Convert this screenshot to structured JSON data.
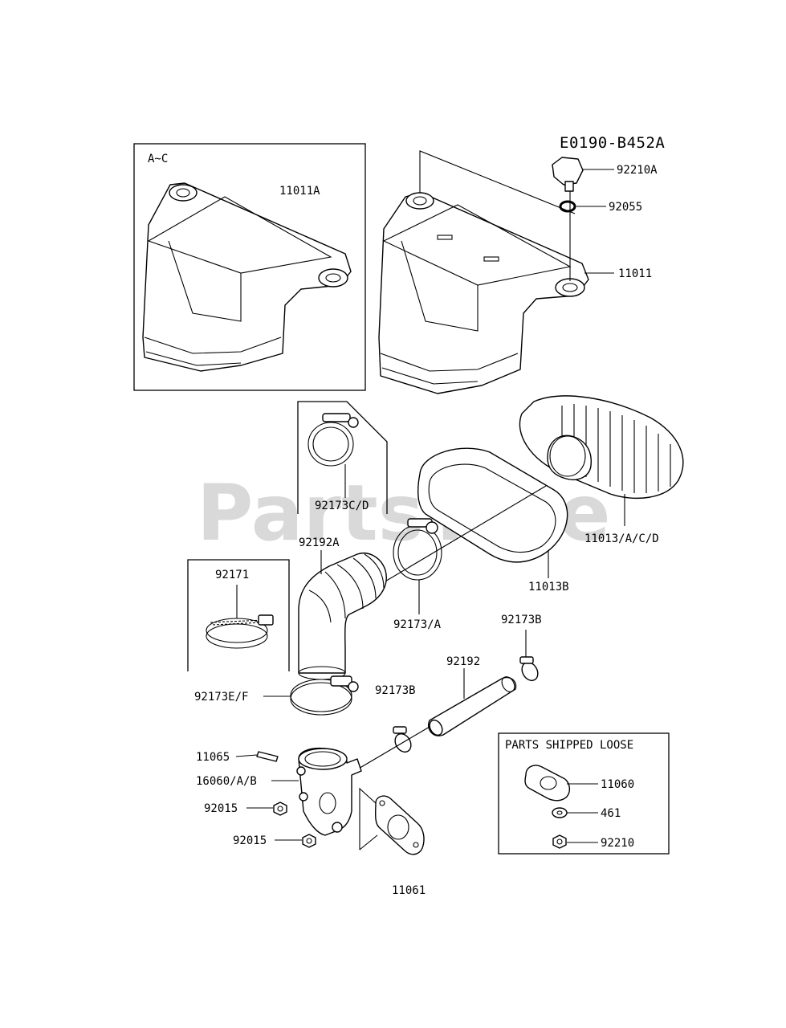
{
  "diagram": {
    "code": "E0190-B452A",
    "watermark": "PartsTree",
    "boxes": {
      "variant_label": "A~C",
      "shipped_loose_title": "PARTS SHIPPED LOOSE"
    },
    "parts": {
      "p11011A": "11011A",
      "p92210A": "92210A",
      "p92055": "92055",
      "p11011": "11011",
      "p92173CD": "92173C/D",
      "p92192A": "92192A",
      "p11013ACD": "11013/A/C/D",
      "p11013B": "11013B",
      "p92171": "92171",
      "p92173A": "92173/A",
      "p92173B_top": "92173B",
      "p92192": "92192",
      "p92173EF": "92173E/F",
      "p92173B_mid": "92173B",
      "p11065": "11065",
      "p16060AB": "16060/A/B",
      "p92015_a": "92015",
      "p92015_b": "92015",
      "p11060": "11060",
      "p461": "461",
      "p92210": "92210",
      "p11061": "11061"
    }
  }
}
